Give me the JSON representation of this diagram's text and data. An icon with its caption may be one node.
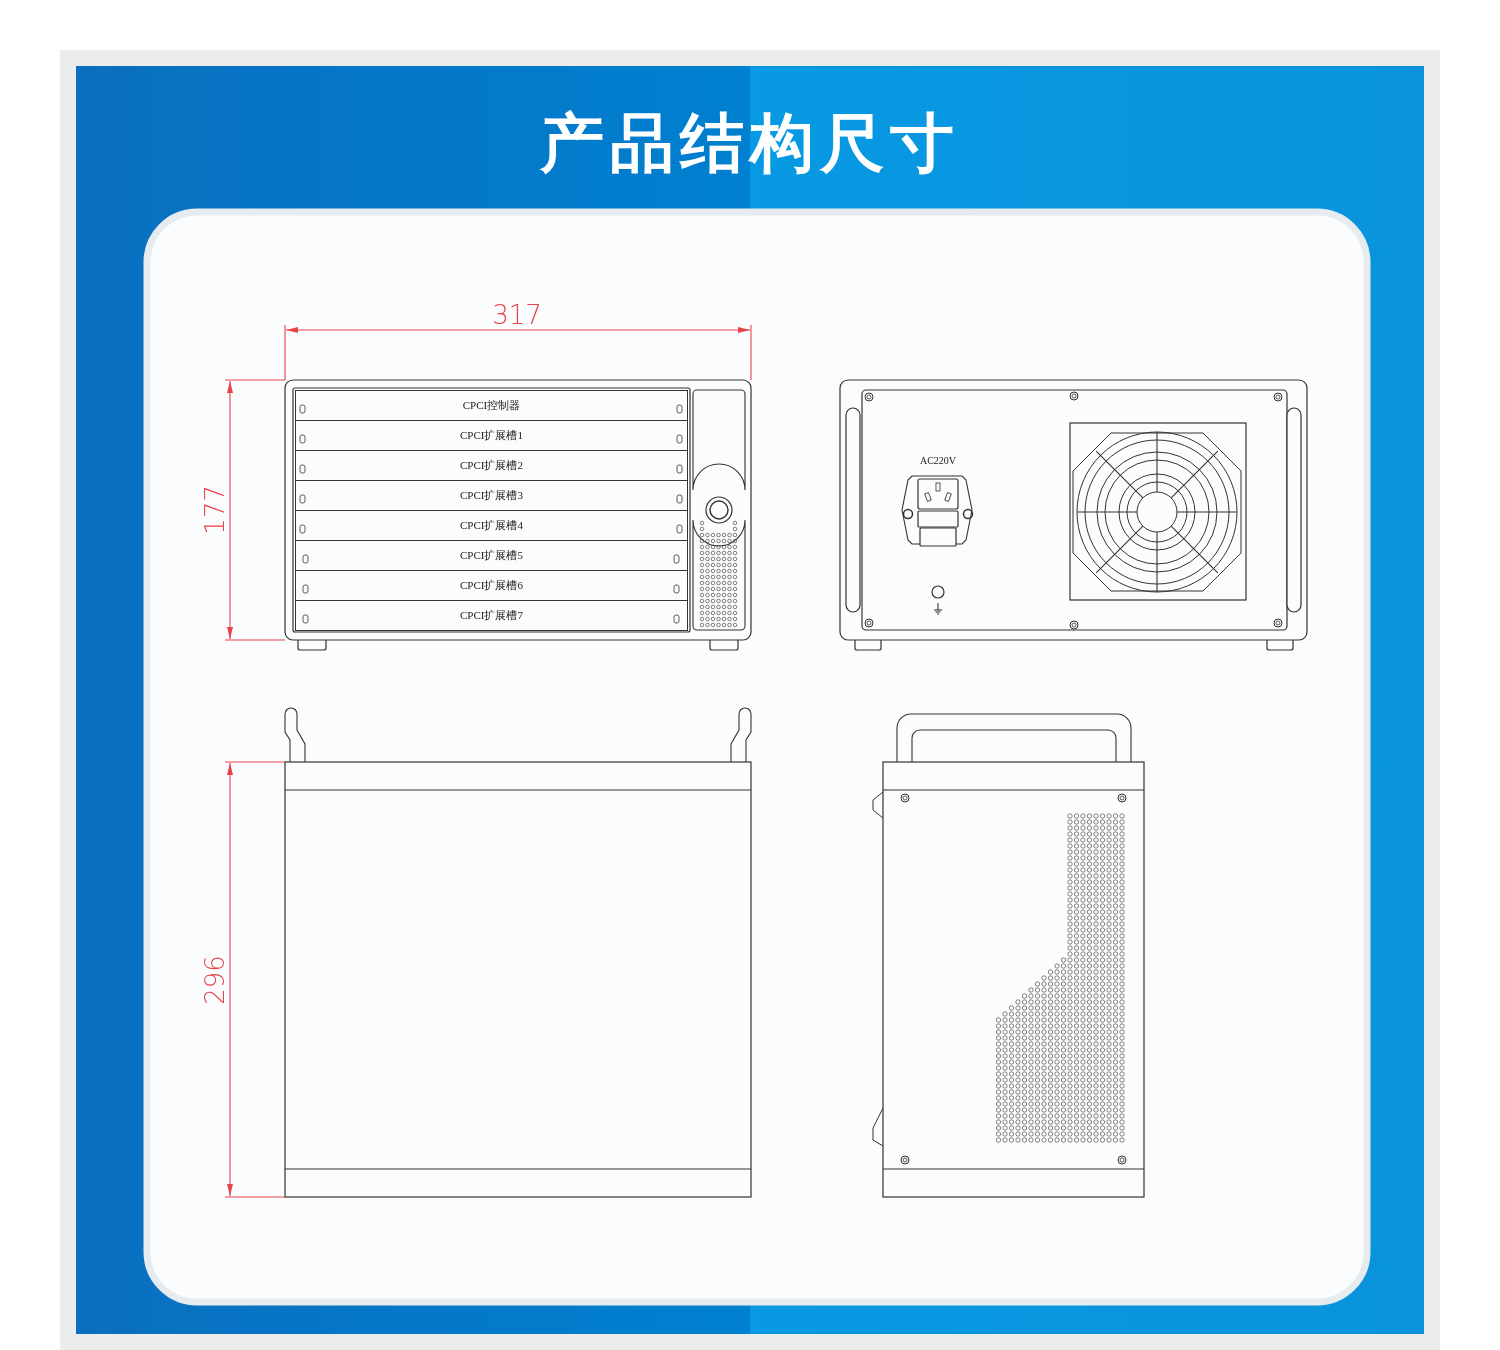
{
  "diagram": {
    "title": "产品结构尺寸",
    "nodes": [
      {
        "text": [
          "CPCI控制器"
        ]
      },
      {
        "text": [
          "CPCI扩展槽1"
        ]
      },
      {
        "text": [
          "CPCI扩展槽2"
        ]
      },
      {
        "text": [
          "CPCI扩展槽3"
        ]
      },
      {
        "text": [
          "CPCI扩展槽4"
        ]
      },
      {
        "text": [
          "CPCI扩展槽5"
        ]
      },
      {
        "text": [
          "CPCI扩展槽6"
        ]
      },
      {
        "text": [
          "CPCI扩展槽7"
        ]
      }
    ],
    "labels": [
      "317",
      "177",
      "AC220V",
      "296"
    ]
  }
}
